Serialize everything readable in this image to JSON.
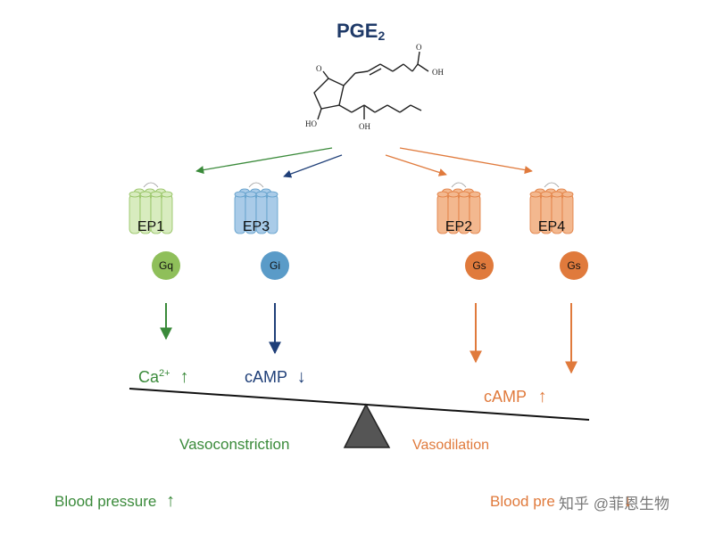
{
  "title": {
    "main": "PGE",
    "sub": "2"
  },
  "molecule": {
    "labels": [
      "O",
      "OH",
      "O",
      "HO",
      "OH"
    ]
  },
  "receptors": [
    {
      "name": "EP1",
      "g_protein": "Gq",
      "color": "#8fbf5a",
      "light": "#d8ecbf",
      "arrow": "#3a8a3a"
    },
    {
      "name": "EP3",
      "g_protein": "Gi",
      "color": "#5a9bc8",
      "light": "#a9cbe8",
      "arrow": "#1f3f78"
    },
    {
      "name": "EP2",
      "g_protein": "Gs",
      "color": "#e07a3c",
      "light": "#f3b88f",
      "arrow": "#e07a3c"
    },
    {
      "name": "EP4",
      "g_protein": "Gs",
      "color": "#e07a3c",
      "light": "#f3b88f",
      "arrow": "#e07a3c"
    }
  ],
  "messengers": {
    "left_ca": {
      "text": "Ca",
      "sup": "2+",
      "arrow": "↑"
    },
    "left_camp": {
      "text": "cAMP",
      "arrow": "↓"
    },
    "right_camp": {
      "text": "cAMP",
      "arrow": "↑"
    }
  },
  "effects": {
    "left": "Vasoconstriction",
    "right": "Vasodilation"
  },
  "blood_pressure": {
    "left": {
      "text": "Blood pressure",
      "arrow": "↑"
    },
    "right": {
      "text": "Blood pre",
      "arrow": "↓"
    }
  },
  "watermark": "知乎 @菲恩生物",
  "colors": {
    "green": "#3a8a3a",
    "blue": "#1f3f78",
    "orange": "#e07a3c",
    "fulcrum": "#555555"
  }
}
